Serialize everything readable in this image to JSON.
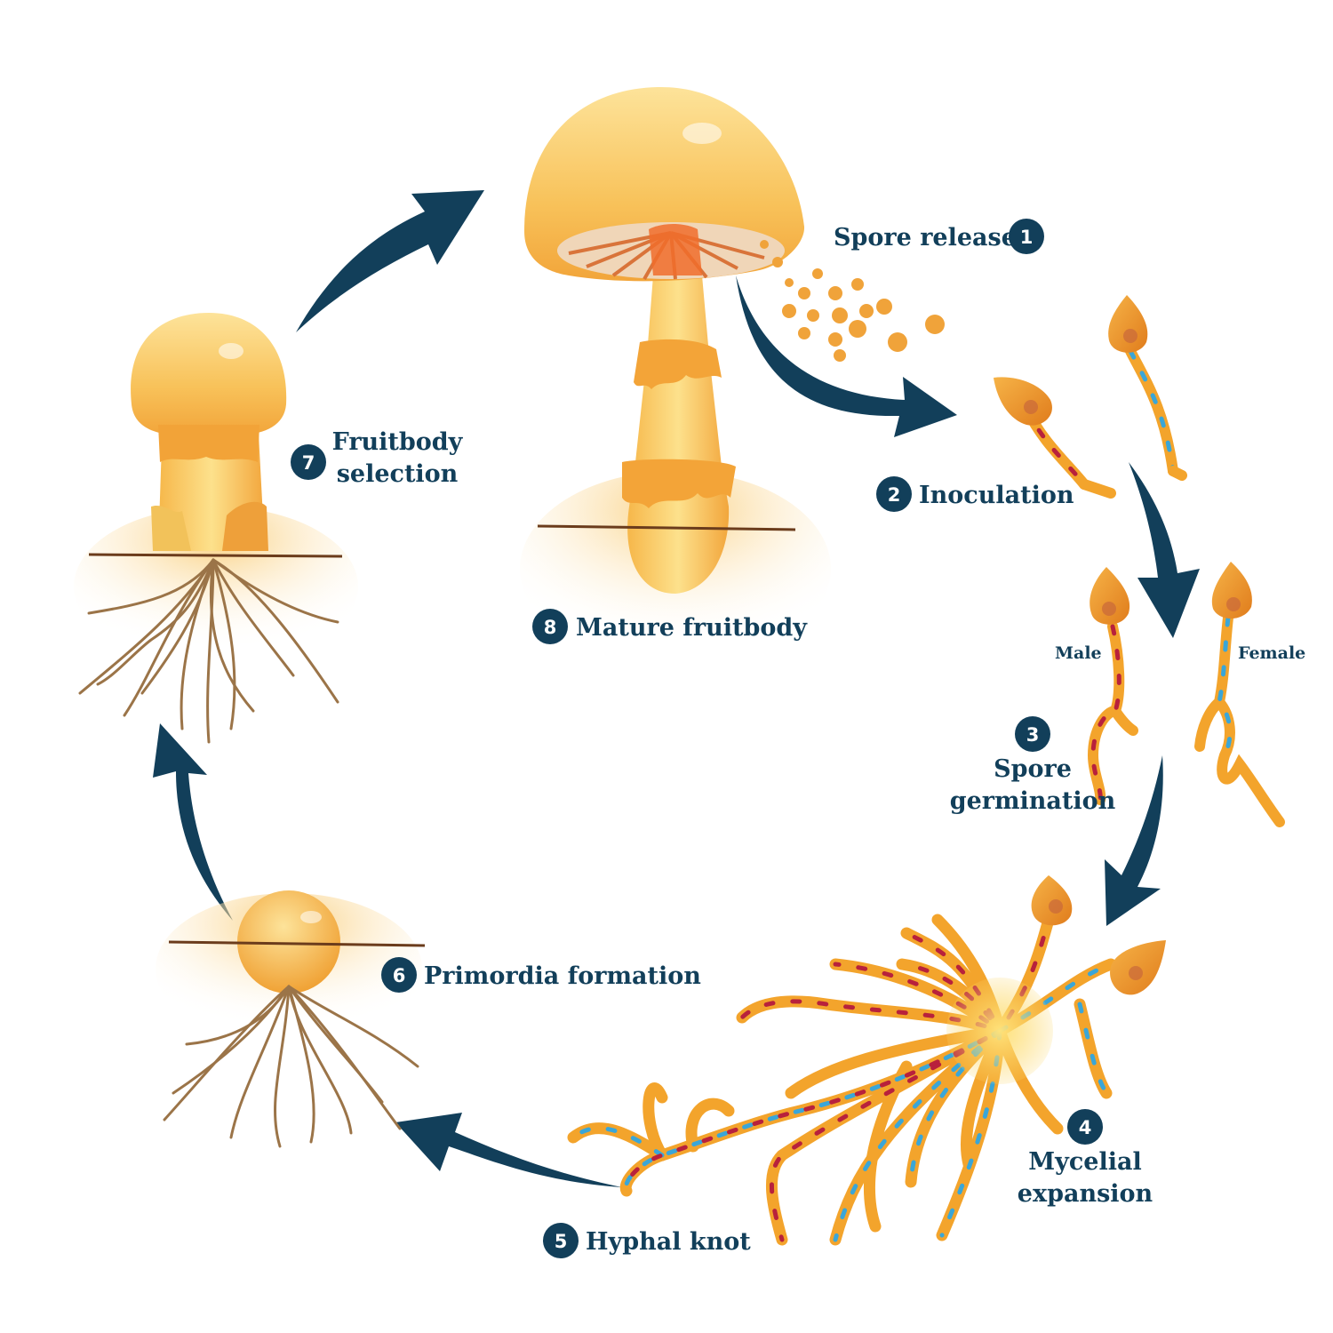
{
  "colors": {
    "navy": "#123f5a",
    "orange": "#f3a42c",
    "cap_light": "#fdd47a",
    "root": "#9b7448",
    "nucleus_male": "#b8213c",
    "nucleus_female": "#3aa6d8"
  },
  "stages": [
    {
      "number": "1",
      "label": "Spore release"
    },
    {
      "number": "2",
      "label": "Inoculation"
    },
    {
      "number": "3",
      "label_line1": "Spore",
      "label_line2": "germination"
    },
    {
      "number": "4",
      "label_line1": "Mycelial",
      "label_line2": "expansion"
    },
    {
      "number": "5",
      "label": "Hyphal knot"
    },
    {
      "number": "6",
      "label": "Primordia formation"
    },
    {
      "number": "7",
      "label_line1": "Fruitbody",
      "label_line2": "selection"
    },
    {
      "number": "8",
      "label": "Mature fruitbody"
    }
  ],
  "spore_types": {
    "male": "Male",
    "female": "Female"
  }
}
